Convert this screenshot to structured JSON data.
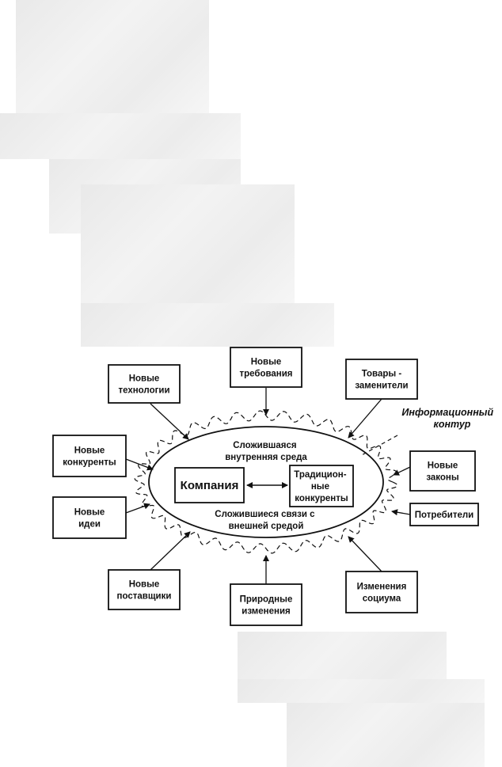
{
  "diagram": {
    "outer_boxes": [
      {
        "id": "new-technologies",
        "lines": [
          "Новые",
          "технологии"
        ]
      },
      {
        "id": "new-requirements",
        "lines": [
          "Новые",
          "требования"
        ]
      },
      {
        "id": "substitutes",
        "lines": [
          "Товары -",
          "заменители"
        ]
      },
      {
        "id": "new-competitors",
        "lines": [
          "Новые",
          "конкуренты"
        ]
      },
      {
        "id": "new-laws",
        "lines": [
          "Новые",
          "законы"
        ]
      },
      {
        "id": "new-ideas",
        "lines": [
          "Новые",
          "идеи"
        ]
      },
      {
        "id": "consumers",
        "lines": [
          "Потребители"
        ]
      },
      {
        "id": "new-suppliers",
        "lines": [
          "Новые",
          "поставщики"
        ]
      },
      {
        "id": "natural-changes",
        "lines": [
          "Природные",
          "изменения"
        ]
      },
      {
        "id": "social-changes",
        "lines": [
          "Изменения",
          "социума"
        ]
      }
    ],
    "internal_environment": [
      "Сложившаяся",
      "внутренняя среда"
    ],
    "external_links": [
      "Сложившиеся связи с",
      "внешней средой"
    ],
    "company": "Компания",
    "traditional_competitors": [
      "Традицион-",
      "ные",
      "конкуренты"
    ],
    "info_contour": [
      "Информационный",
      "контур"
    ]
  }
}
